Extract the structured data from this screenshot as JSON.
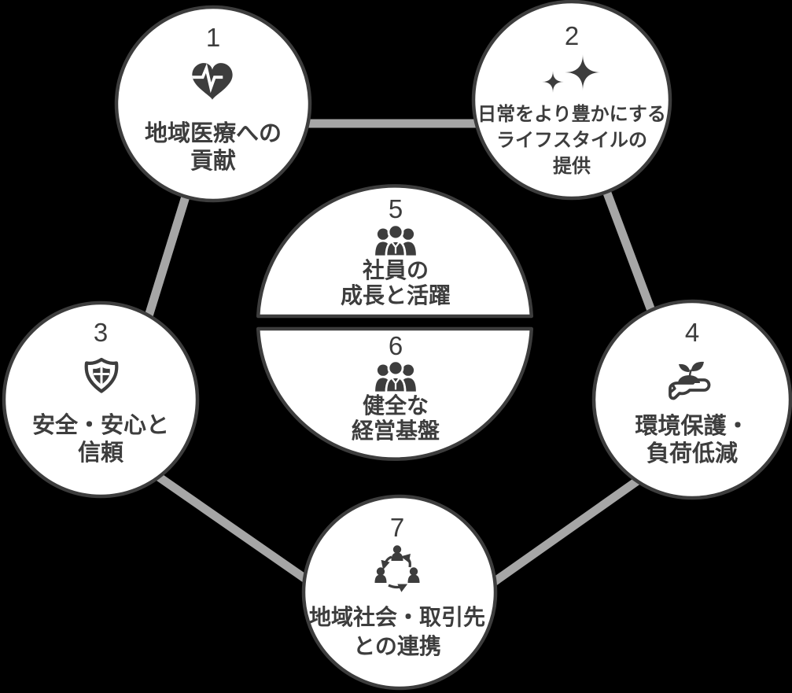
{
  "diagram": {
    "title": "materiality-seven-themes-diagram",
    "colors": {
      "background": "#000000",
      "circle_fill": "#ffffff",
      "circle_border": "#3d3d3d",
      "connector": "#a6a6a6",
      "text": "#3d3d3d",
      "icon": "#3d3d3d"
    },
    "nodes": {
      "n1": {
        "number": "1",
        "icon": "heart-pulse-icon",
        "lines": [
          "地域医療への",
          "貢献"
        ]
      },
      "n2": {
        "number": "2",
        "icon": "sparkles-icon",
        "lines": [
          "日常をより豊かにする",
          "ライフスタイルの",
          "提供"
        ]
      },
      "n3": {
        "number": "3",
        "icon": "shield-icon",
        "lines": [
          "安全・安心と",
          "信頼"
        ]
      },
      "n4": {
        "number": "4",
        "icon": "seedling-hand-icon",
        "lines": [
          "環境保護・",
          "負荷低減"
        ]
      },
      "n5": {
        "number": "5",
        "icon": "people-group-icon",
        "lines": [
          "社員の",
          "成長と活躍"
        ]
      },
      "n6": {
        "number": "6",
        "icon": "people-group-icon",
        "lines": [
          "健全な",
          "経営基盤"
        ]
      },
      "n7": {
        "number": "7",
        "icon": "people-network-icon",
        "lines": [
          "地域社会・取引先",
          "との連携"
        ]
      }
    },
    "connections": [
      "1-2",
      "1-3",
      "2-4",
      "3-7",
      "4-7"
    ]
  }
}
